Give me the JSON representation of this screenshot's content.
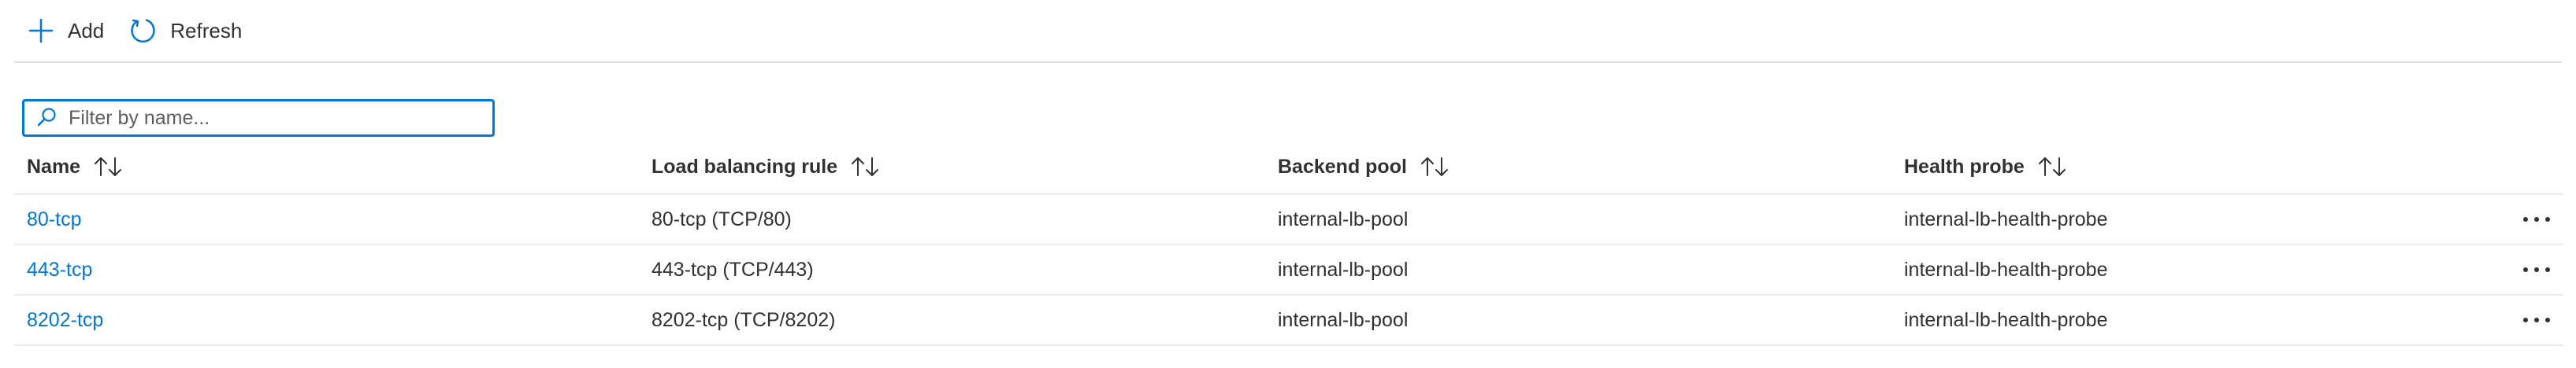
{
  "toolbar": {
    "add_label": "Add",
    "refresh_label": "Refresh"
  },
  "filter": {
    "placeholder": "Filter by name...",
    "value": ""
  },
  "table": {
    "columns": [
      {
        "label": "Name"
      },
      {
        "label": "Load balancing rule"
      },
      {
        "label": "Backend pool"
      },
      {
        "label": "Health probe"
      }
    ],
    "rows": [
      {
        "name": "80-tcp",
        "rule": "80-tcp (TCP/80)",
        "pool": "internal-lb-pool",
        "probe": "internal-lb-health-probe"
      },
      {
        "name": "443-tcp",
        "rule": "443-tcp (TCP/443)",
        "pool": "internal-lb-pool",
        "probe": "internal-lb-health-probe"
      },
      {
        "name": "8202-tcp",
        "rule": "8202-tcp (TCP/8202)",
        "pool": "internal-lb-pool",
        "probe": "internal-lb-health-probe"
      }
    ]
  },
  "icons": {
    "add": "plus-icon",
    "refresh": "refresh-icon",
    "filter": "search-icon",
    "sort": "sort-icon",
    "more": "more-icon"
  },
  "colors": {
    "accent": "#0078d4",
    "text": "#323130",
    "divider": "#edebe9"
  }
}
